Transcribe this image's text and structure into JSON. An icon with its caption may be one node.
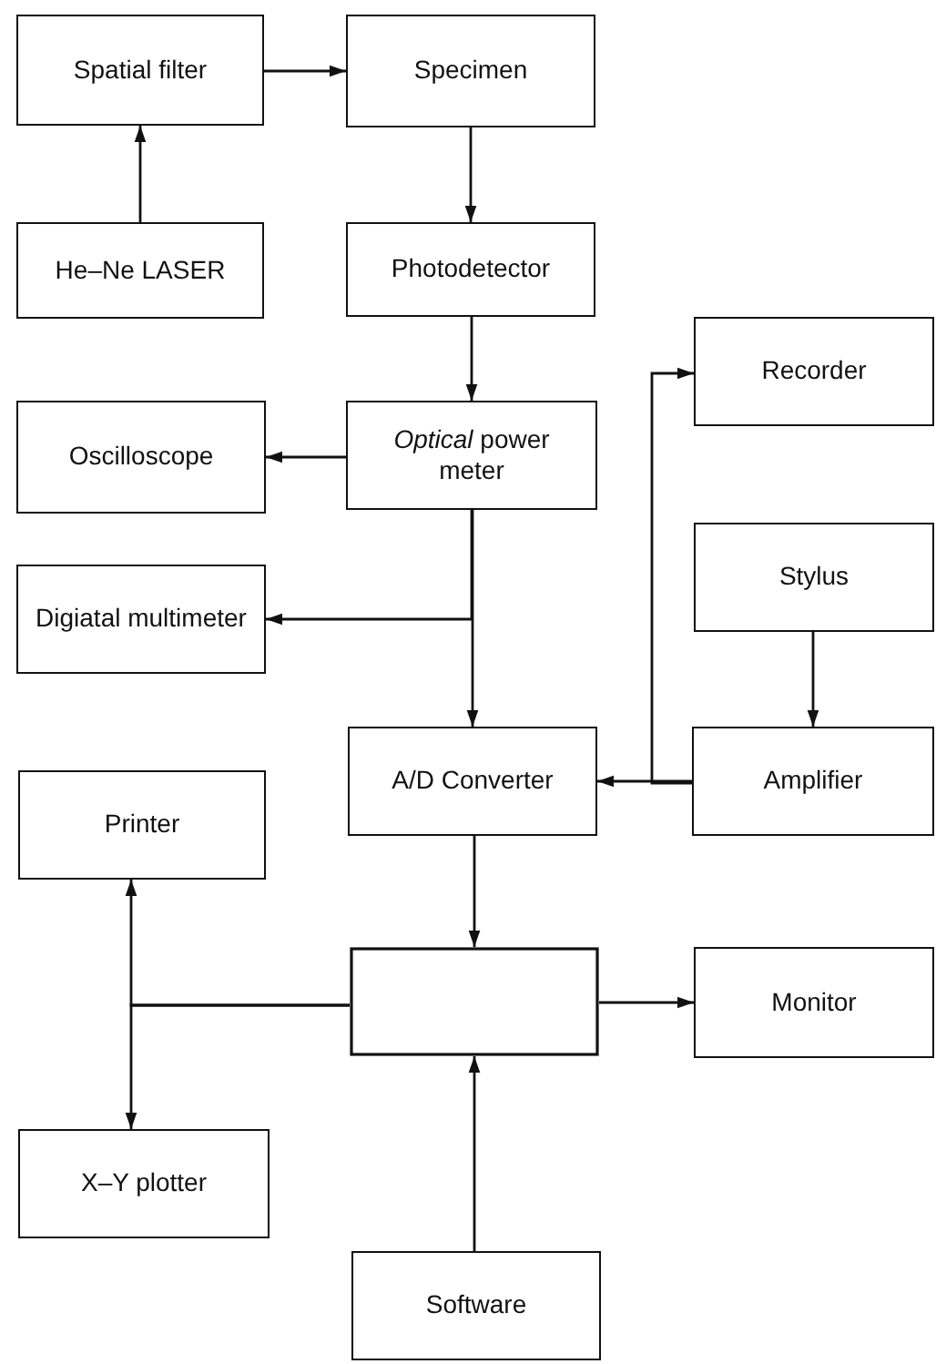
{
  "diagram": {
    "nodes": [
      {
        "text": [
          "Spatial filter"
        ]
      },
      {
        "text": [
          "Specimen"
        ]
      },
      {
        "text": [
          "He–Ne LASER"
        ]
      },
      {
        "text": [
          "Photodetector"
        ]
      },
      {
        "text": [
          "Recorder"
        ]
      },
      {
        "text": [
          "Oscilloscope"
        ]
      },
      {
        "text": [
          "*Optical* power meter"
        ]
      },
      {
        "text": [
          "Stylus"
        ]
      },
      {
        "text": [
          "Digiatal multimeter"
        ]
      },
      {
        "text": [
          "A/D Converter"
        ]
      },
      {
        "text": [
          "Amplifier"
        ]
      },
      {
        "text": [
          "Printer"
        ]
      },
      {
        "text": [],
        "shape": "box"
      },
      {
        "text": [
          "Monitor"
        ]
      },
      {
        "text": [
          "X–Y plotter"
        ]
      },
      {
        "text": [
          "Software"
        ]
      }
    ],
    "edges": [
      {
        "from": 0,
        "to": 1,
        "arrow": "to"
      },
      {
        "from": 2,
        "to": 0,
        "arrow": "to"
      },
      {
        "from": 1,
        "to": 3,
        "arrow": "to"
      },
      {
        "from": 3,
        "to": 6,
        "arrow": "to"
      },
      {
        "from": 6,
        "to": 5,
        "arrow": "to"
      },
      {
        "from": 6,
        "to": 8,
        "arrow": "to"
      },
      {
        "from": 6,
        "to": 9,
        "arrow": "to"
      },
      {
        "from": 7,
        "to": 10,
        "arrow": "to"
      },
      {
        "from": 10,
        "to": 9,
        "arrow": "to"
      },
      {
        "from": 10,
        "to": 4,
        "arrow": "to"
      },
      {
        "from": 9,
        "to": 12,
        "arrow": "to"
      },
      {
        "from": 12,
        "to": 13,
        "arrow": "to"
      },
      {
        "from": 12,
        "to": 11,
        "arrow": "to"
      },
      {
        "from": 12,
        "to": 14,
        "arrow": "to"
      },
      {
        "from": 15,
        "to": 12,
        "arrow": "to"
      }
    ]
  }
}
